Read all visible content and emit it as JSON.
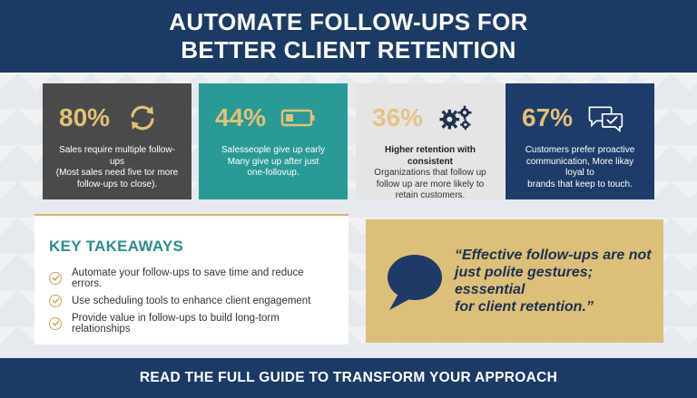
{
  "header": {
    "line1": "AUTOMATE FOLLOW-UPS FOR",
    "line2": "BETTER CLIENT RETENTION"
  },
  "stats": [
    {
      "value": "80%",
      "icon": "refresh-cycle-icon",
      "lines": [
        "Sales require multiple follow-ups",
        "(Most sales need five tor more",
        "follow-ups to close)."
      ]
    },
    {
      "value": "44%",
      "icon": "low-battery-icon",
      "lines": [
        "Salesseople give up early",
        "Many give up after just",
        "one-follovup."
      ]
    },
    {
      "value": "36%",
      "icon": "gears-icon",
      "lines": [
        "Higher retention with consistent",
        "Organizations that follow up",
        "follow up are more likely to",
        "retain customers."
      ]
    },
    {
      "value": "67%",
      "icon": "chat-bubbles-check-icon",
      "lines": [
        "Customers prefer proactive",
        "communication, More likay loyal to",
        "brands that keep to touch."
      ]
    }
  ],
  "takeaways": {
    "title": "KEY TAKEAWAYS",
    "items": [
      "Automate your follow-ups to save time and reduce errors.",
      "Use scheduling tools to enhance client engagement",
      "Provide value in follow-ups to build long-torm relationships"
    ]
  },
  "quote": {
    "line1": "“Effective follow-ups are not",
    "line2": "just polite gestures; esssential",
    "line3": "for client retention.”"
  },
  "footer": {
    "cta": "READ THE FULL GUIDE TO TRANSFORM YOUR APPROACH"
  },
  "colors": {
    "navy": "#1c3a66",
    "gold": "#dcc07a",
    "teal": "#2a9a96",
    "charcoal": "#4a4a4a"
  }
}
